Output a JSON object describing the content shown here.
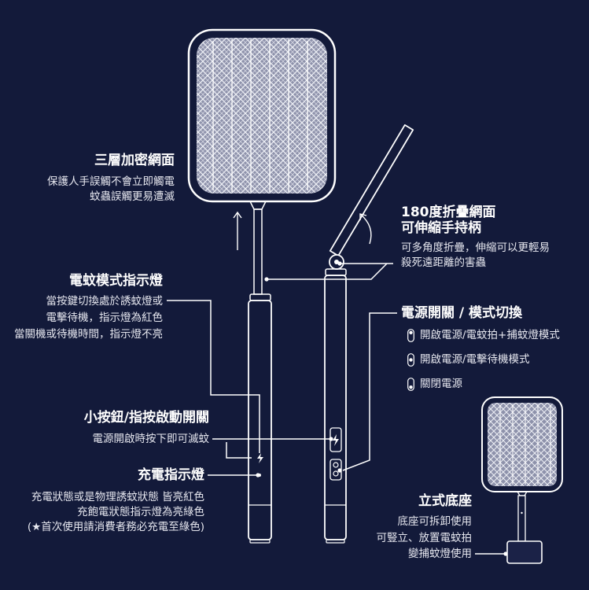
{
  "colors": {
    "background": "#131a3a",
    "foreground": "#ffffff",
    "mesh": "#8e92ab"
  },
  "callouts": {
    "mesh": {
      "title": "三層加密網面",
      "lines": [
        "保護人手誤觸不會立即觸電",
        "蚊蟲誤觸更易遭滅"
      ]
    },
    "fold": {
      "titles": [
        "180度折疊網面",
        "可伸縮手持柄"
      ],
      "lines": [
        "可多角度折疊，伸縮可以更輕易",
        "殺死遠距離的害蟲"
      ],
      "icon": "rotate-arrow-icon"
    },
    "mode_indicator": {
      "title": "電蚊模式指示燈",
      "lines": [
        "當按鍵切換處於誘蚊燈或",
        "電擊待機，指示燈為紅色",
        "當關機或待機時間，指示燈不亮"
      ]
    },
    "power_switch": {
      "title": "電源開關 / 模式切換",
      "options": [
        {
          "icon": "switch-position-top-icon",
          "label": "開啟電源/電蚊拍+捕蚊燈模式"
        },
        {
          "icon": "switch-position-middle-icon",
          "label": "開啟電源/電擊待機模式"
        },
        {
          "icon": "switch-position-bottom-icon",
          "label": "關閉電源"
        }
      ]
    },
    "button": {
      "title": "小按鈕/指按啟動開關",
      "lines": [
        "電源開啟時按下即可滅蚊"
      ],
      "icon": "lightning-icon"
    },
    "charge": {
      "title": "充電指示燈",
      "lines": [
        "充電狀態或是物理誘蚊狀態 皆亮紅色",
        "充飽電狀態指示燈為亮綠色",
        "(★首次使用請消費者務必充電至綠色)"
      ]
    },
    "stand": {
      "title": "立式底座",
      "lines": [
        "底座可拆卸使用",
        "可豎立、放置電蚊拍",
        "變捕蚊燈使用"
      ]
    }
  }
}
